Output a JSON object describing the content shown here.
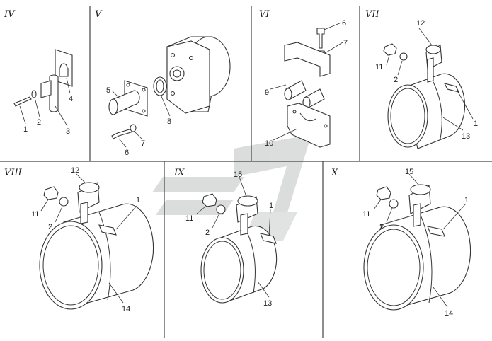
{
  "panels": [
    {
      "id": "IV",
      "label": "IV",
      "callouts": [
        "1",
        "2",
        "3",
        "4"
      ]
    },
    {
      "id": "V",
      "label": "V",
      "callouts": [
        "5",
        "6",
        "7",
        "8"
      ]
    },
    {
      "id": "VI",
      "label": "VI",
      "callouts": [
        "6",
        "7",
        "9",
        "10"
      ]
    },
    {
      "id": "VII",
      "label": "VII",
      "callouts": [
        "12",
        "11",
        "2",
        "1",
        "13"
      ]
    },
    {
      "id": "VIII",
      "label": "VIII",
      "callouts": [
        "12",
        "11",
        "2",
        "1",
        "14"
      ]
    },
    {
      "id": "IX",
      "label": "IX",
      "callouts": [
        "15",
        "11",
        "2",
        "1",
        "13"
      ]
    },
    {
      "id": "X",
      "label": "X",
      "callouts": [
        "15",
        "11",
        "2",
        "1",
        "14"
      ]
    }
  ]
}
